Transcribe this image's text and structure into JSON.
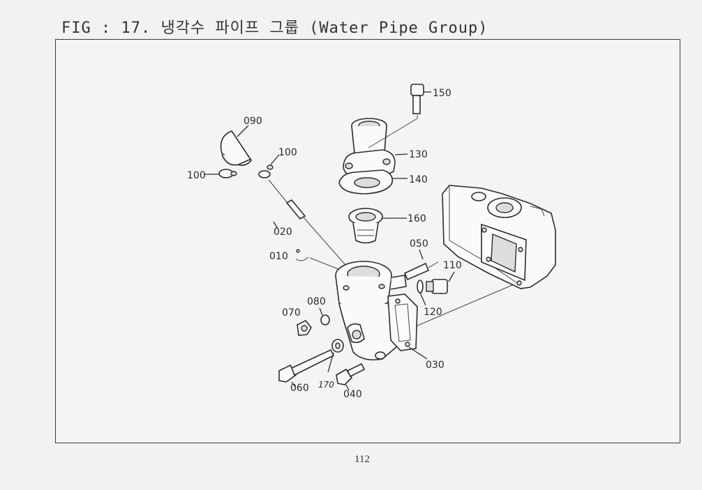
{
  "figure": {
    "title": "FIG : 17. 냉각수 파이프 그룹 (Water Pipe Group)"
  },
  "parts": {
    "p150": "150",
    "p090": "090",
    "p130": "130",
    "p100a": "100",
    "p100b": "100",
    "p140": "140",
    "p160": "160",
    "p020": "020",
    "p010": "010",
    "p050": "050",
    "p110": "110",
    "p080": "080",
    "p070": "070",
    "p120": "120",
    "p030": "030",
    "p060": "060",
    "p170": "170",
    "p040": "040"
  },
  "page": {
    "number": "112"
  }
}
